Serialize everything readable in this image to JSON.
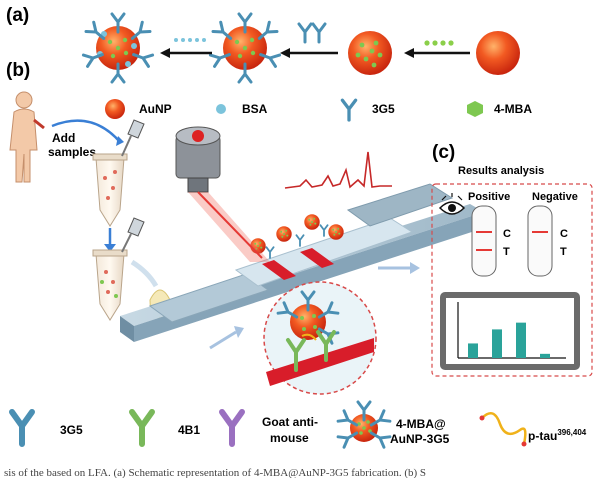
{
  "panels": {
    "a": "(a)",
    "b": "(b)",
    "c": "(c)"
  },
  "legend_top": {
    "aunp": "AuNP",
    "bsa": "BSA",
    "antibody_3g5": "3G5",
    "mba": "4-MBA"
  },
  "sample": {
    "line1": "Add",
    "line2": "samples"
  },
  "results": {
    "title": "Results analysis",
    "positive": "Positive",
    "negative": "Negative",
    "control_line": "C",
    "test_line": "T"
  },
  "bar_chart": {
    "values": [
      0.28,
      0.55,
      0.68,
      0.08
    ]
  },
  "legend_bottom": {
    "ab_3g5": "3G5",
    "ab_4b1": "4B1",
    "goat_line1": "Goat anti-",
    "goat_line2": "mouse",
    "probe_line1": "4-MBA@",
    "probe_line2": "AuNP-3G5",
    "ptau": "p-tau",
    "ptau_sup": "396,404"
  },
  "caption_partial": "sis of the based on LFA. (a) Schematic representation of 4-MBA@AuNP-3G5 fabrication. (b) S"
}
